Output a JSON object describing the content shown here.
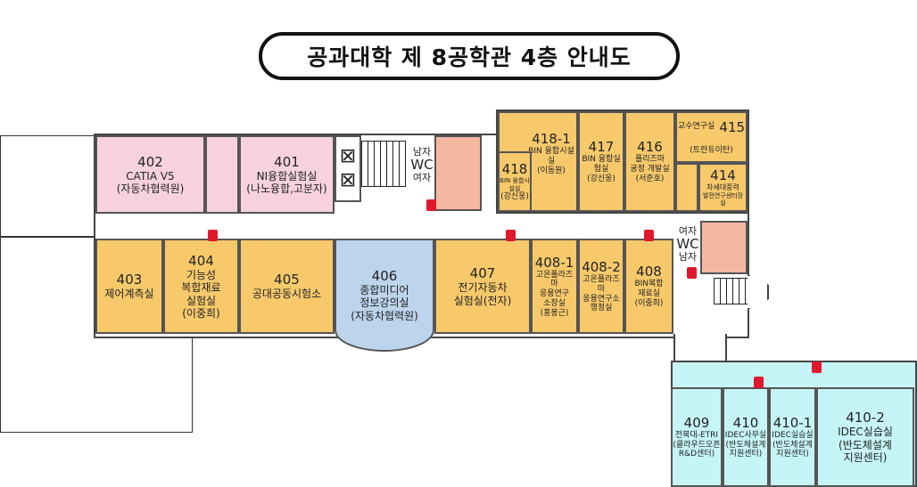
{
  "title": "공과대학 제 8공학관 4층 안내도",
  "rooms": {
    "r402": {
      "num": "402",
      "name": "CATIA V5",
      "sub": "(자동차협력원)"
    },
    "r401": {
      "num": "401",
      "name": "NI융합실험실",
      "sub": "(나노융합,고분자)"
    },
    "r418_1": {
      "num": "418-1",
      "name": "BIN 융합시설실",
      "sub": "(이동원)"
    },
    "r418": {
      "num": "418",
      "name": "BIN 융합시설실",
      "sub": "(강신웅)"
    },
    "r417": {
      "num": "417",
      "name": "BIN 융합실험실",
      "sub": "(강신웅)"
    },
    "r416": {
      "num": "416",
      "name": "플리즈마",
      "name2": "공정 개발실",
      "sub": "(서준호)"
    },
    "r415": {
      "num": "415",
      "name": "교수연구실",
      "sub": "(트란듀이탄)"
    },
    "r414": {
      "num": "414",
      "name": "차세대풍력",
      "sub": "발전연구센터장실"
    },
    "r403": {
      "num": "403",
      "name": "제어계측실"
    },
    "r404": {
      "num": "404",
      "name": "기능성",
      "name2": "복합재료",
      "name3": "실험실",
      "sub": "(이중희)"
    },
    "r405": {
      "num": "405",
      "name": "공대공동시험소"
    },
    "r406": {
      "num": "406",
      "name": "종합미디어",
      "name2": "정보강의실",
      "sub": "(자동차협력원)"
    },
    "r407": {
      "num": "407",
      "name": "전기자동차",
      "name2": "실험실(전자)"
    },
    "r408_1": {
      "num": "408-1",
      "name": "고온플라즈마",
      "name2": "응용연구",
      "name3": "소장실",
      "sub": "(홍봉근)"
    },
    "r408_2": {
      "num": "408-2",
      "name": "고온플라즈마",
      "name2": "응용연구소",
      "name3": "행정실"
    },
    "r408": {
      "num": "408",
      "name": "BIN복합",
      "name2": "재료실",
      "sub": "(이중희)"
    },
    "r409": {
      "num": "409",
      "name": "전북대-ETRI",
      "name2": "(클라우드오픈",
      "sub": "R&D센터)"
    },
    "r410": {
      "num": "410",
      "name": "IDEC사무실",
      "name2": "(반도체설계",
      "sub": "지원센터)"
    },
    "r410_1": {
      "num": "410-1",
      "name": "IDEC실습실",
      "name2": "(반도체설계",
      "sub": "지원센터)"
    },
    "r410_2": {
      "num": "410-2",
      "name": "IDEC실습실",
      "name2": "(반도체설계",
      "sub": "지원센터)"
    }
  },
  "wc_top": {
    "men": "남자",
    "wc": "WC",
    "women": "여자"
  },
  "wc_right": {
    "women": "여자",
    "wc": "WC",
    "men": "남자"
  },
  "colors": {
    "lab_pink": "#f7d2de",
    "lab_orange": "#f7c96b",
    "lecture_blue": "#bcd4ec",
    "idec_cyan": "#c6f5f7",
    "extinguisher": "#e0182d"
  }
}
